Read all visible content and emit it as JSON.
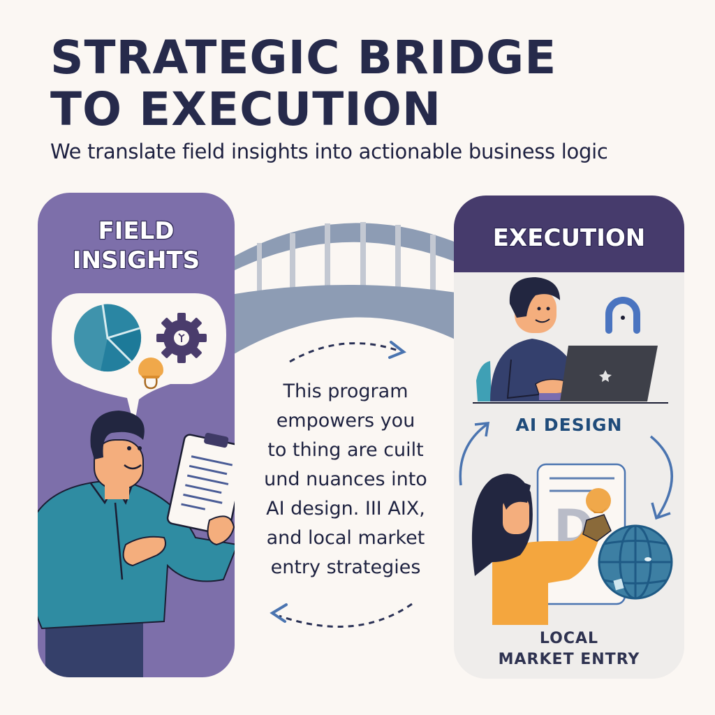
{
  "header": {
    "title_lines": [
      "STRATEGIC BRIDGE",
      "TO EXECUTION"
    ],
    "subtitle": "We translate field insights into actionable business logic"
  },
  "left_panel": {
    "heading_lines": [
      "FIELD",
      "INSIGHTS"
    ],
    "icons": [
      "pie-chart-icon",
      "gear-icon",
      "lightbulb-icon",
      "clipboard-icon"
    ],
    "background_color": "#7d6faa"
  },
  "center": {
    "graphic": "bridge-icon",
    "body_lines": [
      "This program",
      "empowers you",
      "to thing are cuilt",
      "und nuances into",
      "AI design. III AIX,",
      "and local market",
      "entry strategies"
    ]
  },
  "right_panel": {
    "heading": "EXECUTION",
    "header_color": "#463b6c",
    "section_1_label": "AI DESIGN",
    "section_2_label_lines": [
      "LOCAL",
      "MARKET ENTRY"
    ],
    "icons": [
      "laptop-icon",
      "headset-icon",
      "globe-icon",
      "document-icon",
      "lightbulb-icon"
    ]
  },
  "colors": {
    "background": "#fbf7f3",
    "title": "#262a4b",
    "bridge": "#8d9cb4",
    "accent_blue": "#4a74b0",
    "accent_teal": "#2f8aa5",
    "accent_orange": "#f0a84a"
  }
}
